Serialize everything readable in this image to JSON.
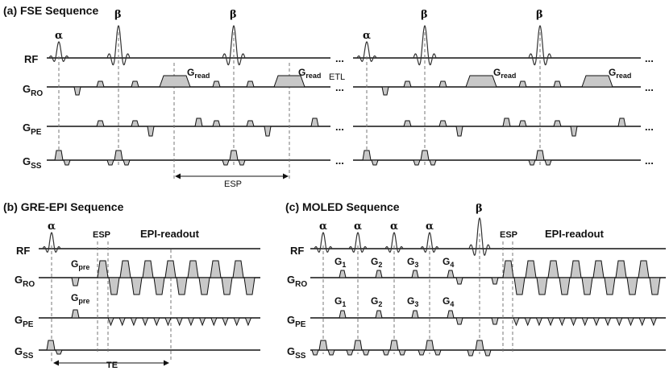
{
  "panels": {
    "a": {
      "title": "(a) FSE Sequence"
    },
    "b": {
      "title": "(b) GRE-EPI Sequence"
    },
    "c": {
      "title": "(c) MOLED Sequence"
    }
  },
  "rows": {
    "rf": "RF",
    "ro_main": "G",
    "ro_sub": "RO",
    "pe_main": "G",
    "pe_sub": "PE",
    "ss_main": "G",
    "ss_sub": "SS"
  },
  "pulses": {
    "alpha": "α",
    "beta": "β"
  },
  "labels": {
    "ellipsis": "...",
    "gread_main": "G",
    "gread_sub": "read",
    "etl": "ETL",
    "esp": "ESP",
    "epi_readout": "EPI-readout",
    "te": "TE",
    "gpre_main": "G",
    "gpre_sub": "pre",
    "g1_main": "G",
    "g1_sub": "1",
    "g2_main": "G",
    "g2_sub": "2",
    "g3_main": "G",
    "g3_sub": "3",
    "g4_main": "G",
    "g4_sub": "4"
  },
  "colors": {
    "lobe_fill": "#c8c8c8",
    "line": "#111111",
    "dashed": "#777777"
  }
}
